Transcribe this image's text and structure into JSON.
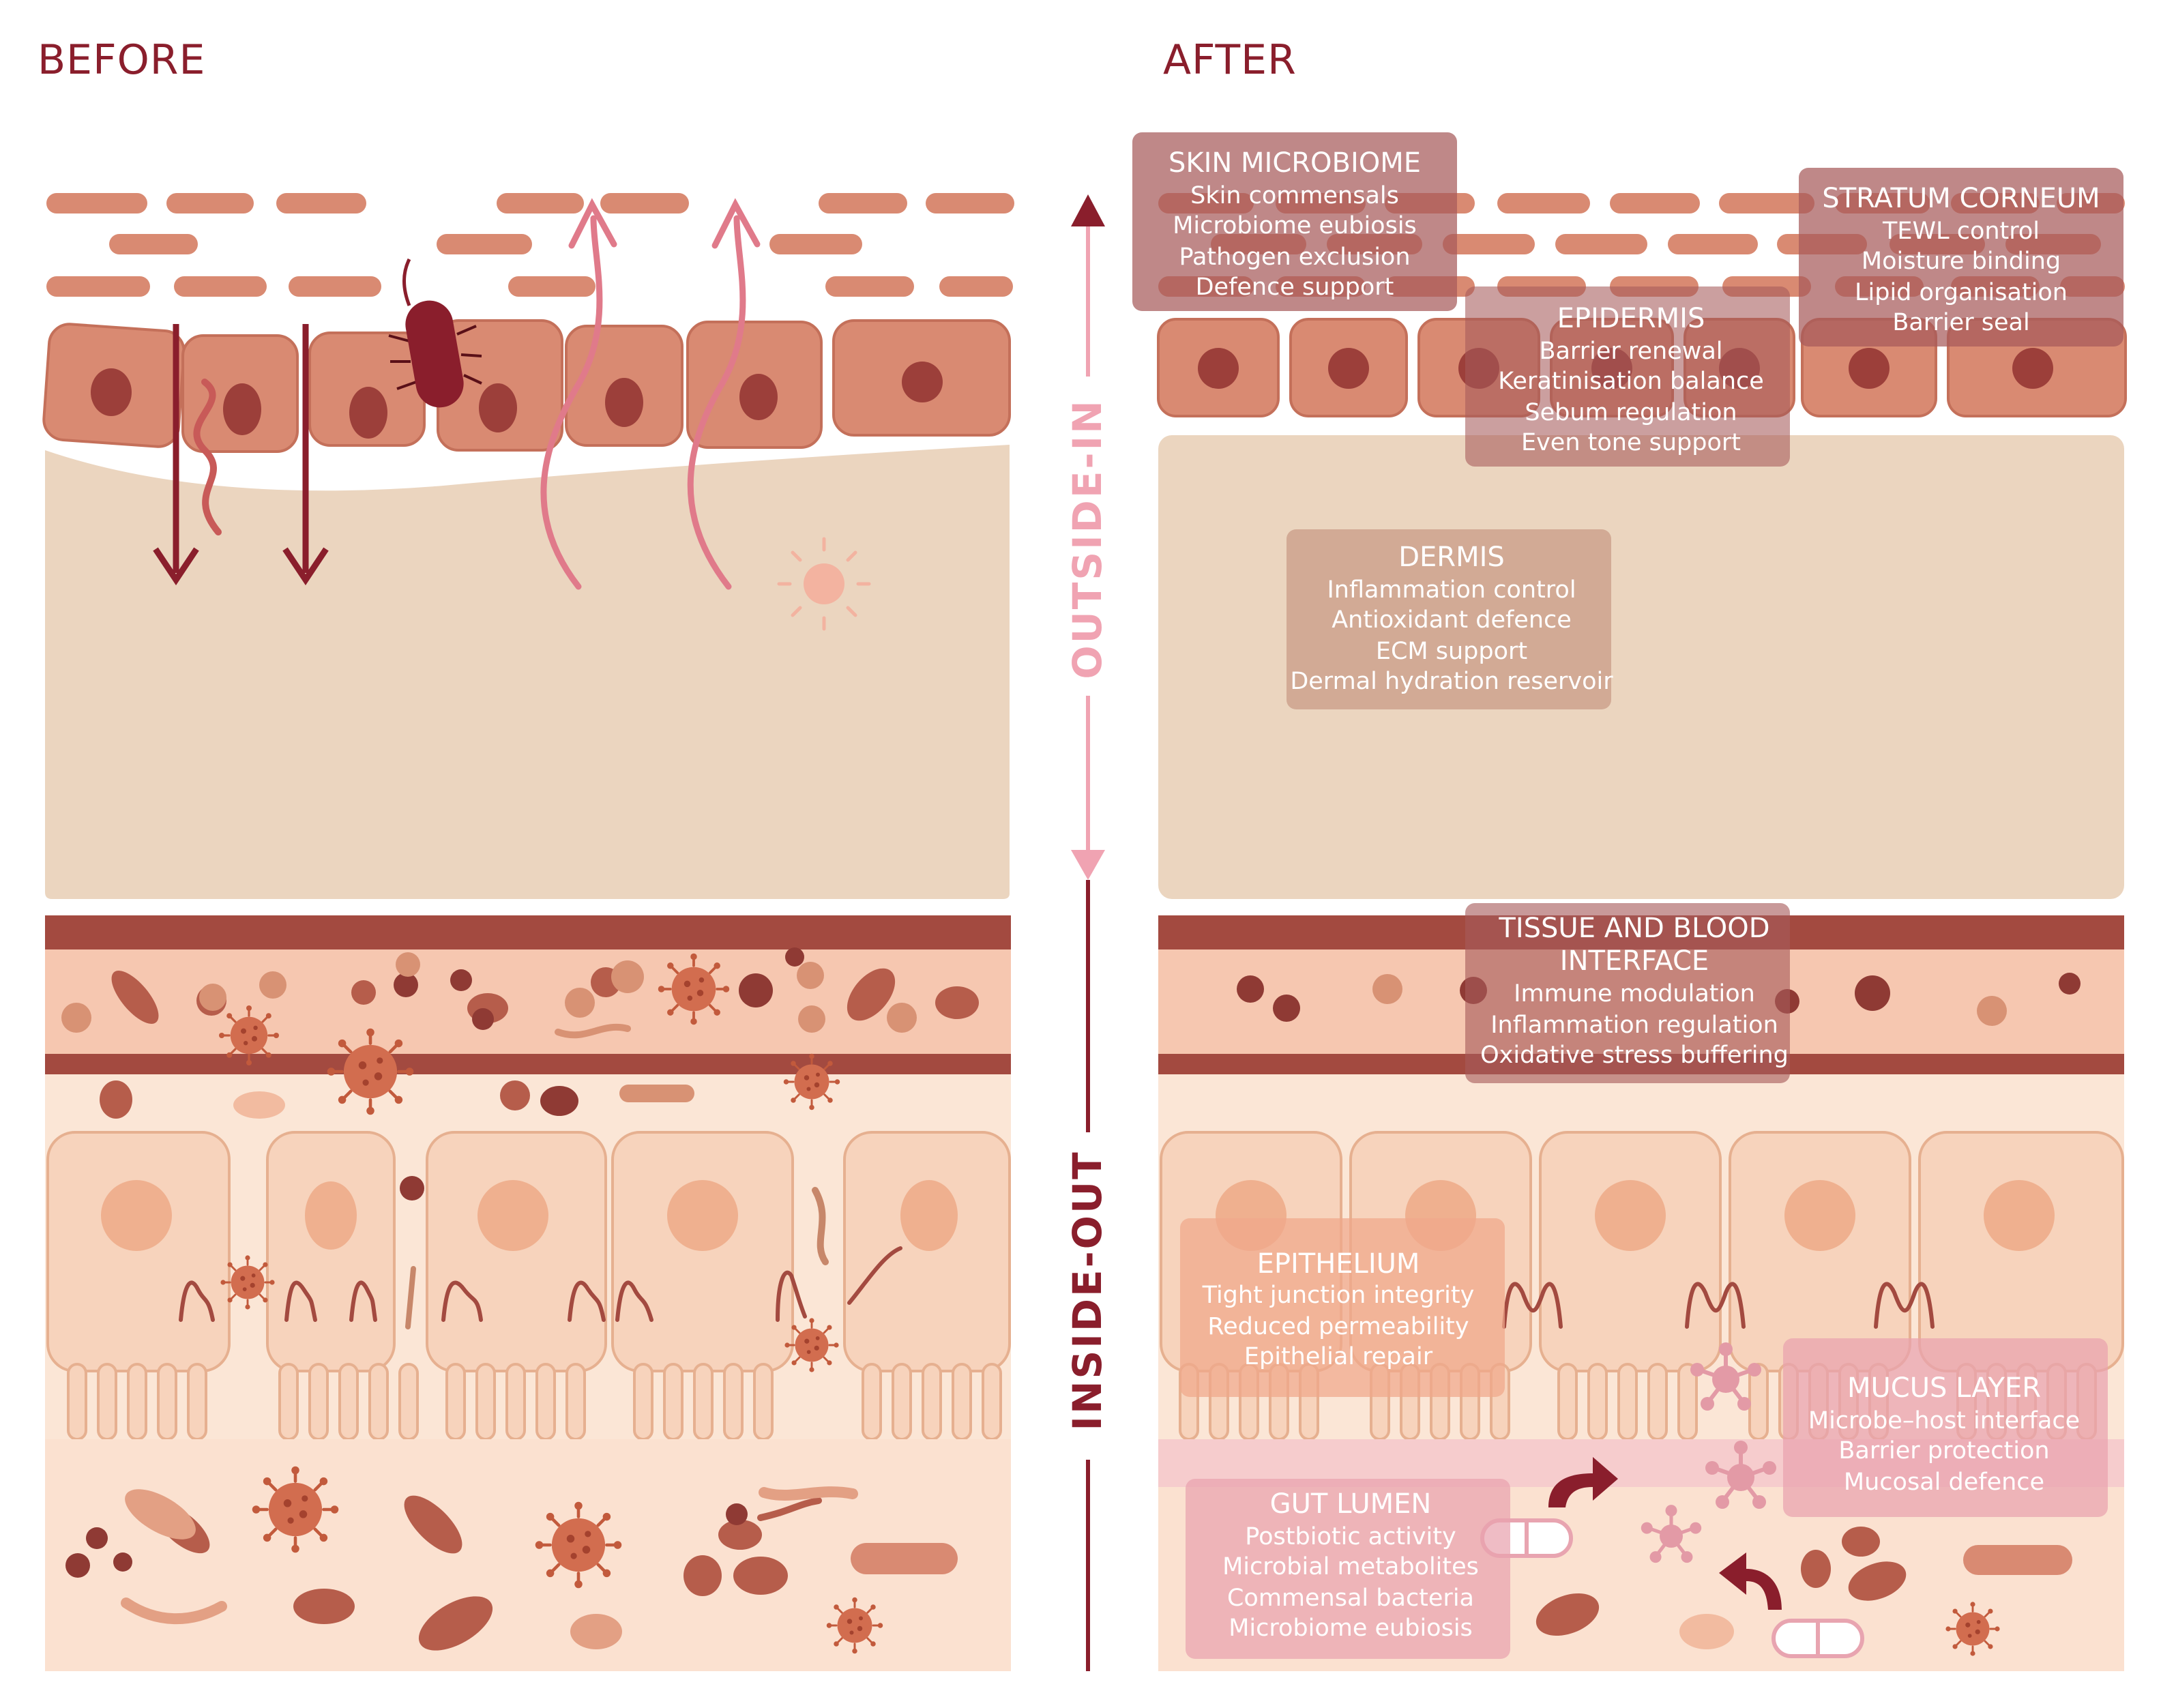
{
  "headers": {
    "before": "BEFORE",
    "after": "AFTER"
  },
  "axis": {
    "top_label": "OUTSIDE-IN",
    "bottom_label": "INSIDE-OUT"
  },
  "labels": {
    "skin_microbiome": {
      "title": "SKIN MICROBIOME",
      "items": [
        "Skin commensals",
        "Microbiome eubiosis",
        "Pathogen exclusion",
        "Defence support"
      ]
    },
    "stratum_corneum": {
      "title": "STRATUM CORNEUM",
      "items": [
        "TEWL control",
        "Moisture binding",
        "Lipid organisation",
        "Barrier seal"
      ]
    },
    "epidermis": {
      "title": "EPIDERMIS",
      "items": [
        "Barrier renewal",
        "Keratinisation balance",
        "Sebum regulation",
        "Even tone support"
      ]
    },
    "dermis": {
      "title": "DERMIS",
      "items": [
        "Inflammation control",
        "Antioxidant defence",
        "ECM support",
        "Dermal hydration reservoir"
      ]
    },
    "tissue_blood": {
      "title_line1": "TISSUE AND BLOOD",
      "title_line2": "INTERFACE",
      "items": [
        "Immune modulation",
        "Inflammation regulation",
        "Oxidative stress buffering"
      ]
    },
    "epithelium": {
      "title": "EPITHELIUM",
      "items": [
        "Tight junction integrity",
        "Reduced permeability",
        "Epithelial repair"
      ]
    },
    "mucus_layer": {
      "title": "MUCUS LAYER",
      "items": [
        "Microbe–host interface",
        "Barrier protection",
        "Mucosal defence"
      ]
    },
    "gut_lumen": {
      "title": "GUT LUMEN",
      "items": [
        "Postbiotic activity",
        "Microbial metabolites",
        "Commensal bacteria",
        "Microbiome eubiosis"
      ]
    }
  },
  "colors": {
    "accent": "#8a1e2c",
    "pink_axis": "#f0a3b2",
    "skin_cell": "#d98a72",
    "dermis": "#ebd5bf",
    "gut_wall": "#f6c7b0",
    "gut_band": "#a34a40",
    "epithelium": "#f7d3bc",
    "lumen": "#fbe1d0"
  },
  "icons": [
    "bacterium-icon",
    "virus-icon",
    "sun-icon",
    "capsule-icon",
    "arrow-icon"
  ]
}
